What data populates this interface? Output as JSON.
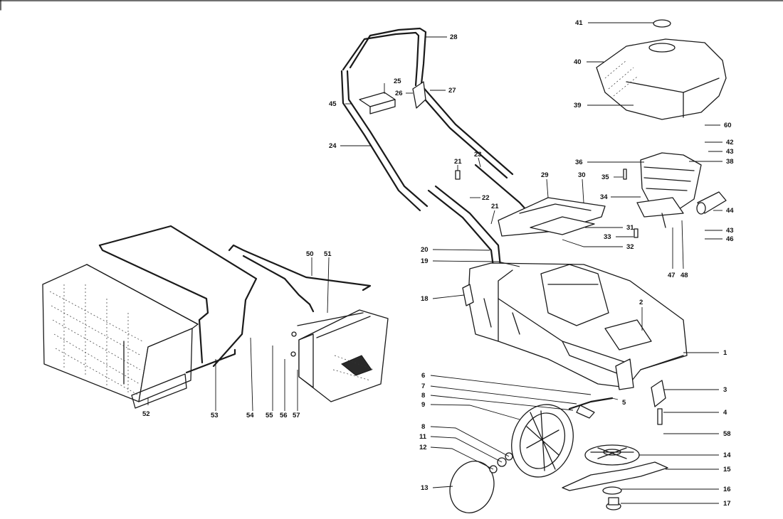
{
  "callouts": [
    {
      "id": "c1",
      "label": "1"
    },
    {
      "id": "c2",
      "label": "2"
    },
    {
      "id": "c3",
      "label": "3"
    },
    {
      "id": "c4",
      "label": "4"
    },
    {
      "id": "c5",
      "label": "5"
    },
    {
      "id": "c6",
      "label": "6"
    },
    {
      "id": "c7",
      "label": "7"
    },
    {
      "id": "c8a",
      "label": "8"
    },
    {
      "id": "c9",
      "label": "9"
    },
    {
      "id": "c8b",
      "label": "8"
    },
    {
      "id": "c11",
      "label": "11"
    },
    {
      "id": "c12",
      "label": "12"
    },
    {
      "id": "c13",
      "label": "13"
    },
    {
      "id": "c14",
      "label": "14"
    },
    {
      "id": "c15",
      "label": "15"
    },
    {
      "id": "c16",
      "label": "16"
    },
    {
      "id": "c17",
      "label": "17"
    },
    {
      "id": "c18",
      "label": "18"
    },
    {
      "id": "c19",
      "label": "19"
    },
    {
      "id": "c20",
      "label": "20"
    },
    {
      "id": "c21a",
      "label": "21"
    },
    {
      "id": "c21b",
      "label": "21"
    },
    {
      "id": "c22",
      "label": "22"
    },
    {
      "id": "c23",
      "label": "23"
    },
    {
      "id": "c24",
      "label": "24"
    },
    {
      "id": "c25",
      "label": "25"
    },
    {
      "id": "c26",
      "label": "26"
    },
    {
      "id": "c27",
      "label": "27"
    },
    {
      "id": "c28",
      "label": "28"
    },
    {
      "id": "c29",
      "label": "29"
    },
    {
      "id": "c30",
      "label": "30"
    },
    {
      "id": "c31",
      "label": "31"
    },
    {
      "id": "c32",
      "label": "32"
    },
    {
      "id": "c33",
      "label": "33"
    },
    {
      "id": "c34",
      "label": "34"
    },
    {
      "id": "c35",
      "label": "35"
    },
    {
      "id": "c36",
      "label": "36"
    },
    {
      "id": "c38",
      "label": "38"
    },
    {
      "id": "c39",
      "label": "39"
    },
    {
      "id": "c40",
      "label": "40"
    },
    {
      "id": "c41",
      "label": "41"
    },
    {
      "id": "c42",
      "label": "42"
    },
    {
      "id": "c43a",
      "label": "43"
    },
    {
      "id": "c43b",
      "label": "43"
    },
    {
      "id": "c44",
      "label": "44"
    },
    {
      "id": "c45",
      "label": "45"
    },
    {
      "id": "c46",
      "label": "46"
    },
    {
      "id": "c47",
      "label": "47"
    },
    {
      "id": "c48",
      "label": "48"
    },
    {
      "id": "c50",
      "label": "50"
    },
    {
      "id": "c51",
      "label": "51"
    },
    {
      "id": "c52",
      "label": "52"
    },
    {
      "id": "c53",
      "label": "53"
    },
    {
      "id": "c54",
      "label": "54"
    },
    {
      "id": "c55",
      "label": "55"
    },
    {
      "id": "c56",
      "label": "56"
    },
    {
      "id": "c57",
      "label": "57"
    },
    {
      "id": "c58",
      "label": "58"
    },
    {
      "id": "c60",
      "label": "60"
    }
  ]
}
